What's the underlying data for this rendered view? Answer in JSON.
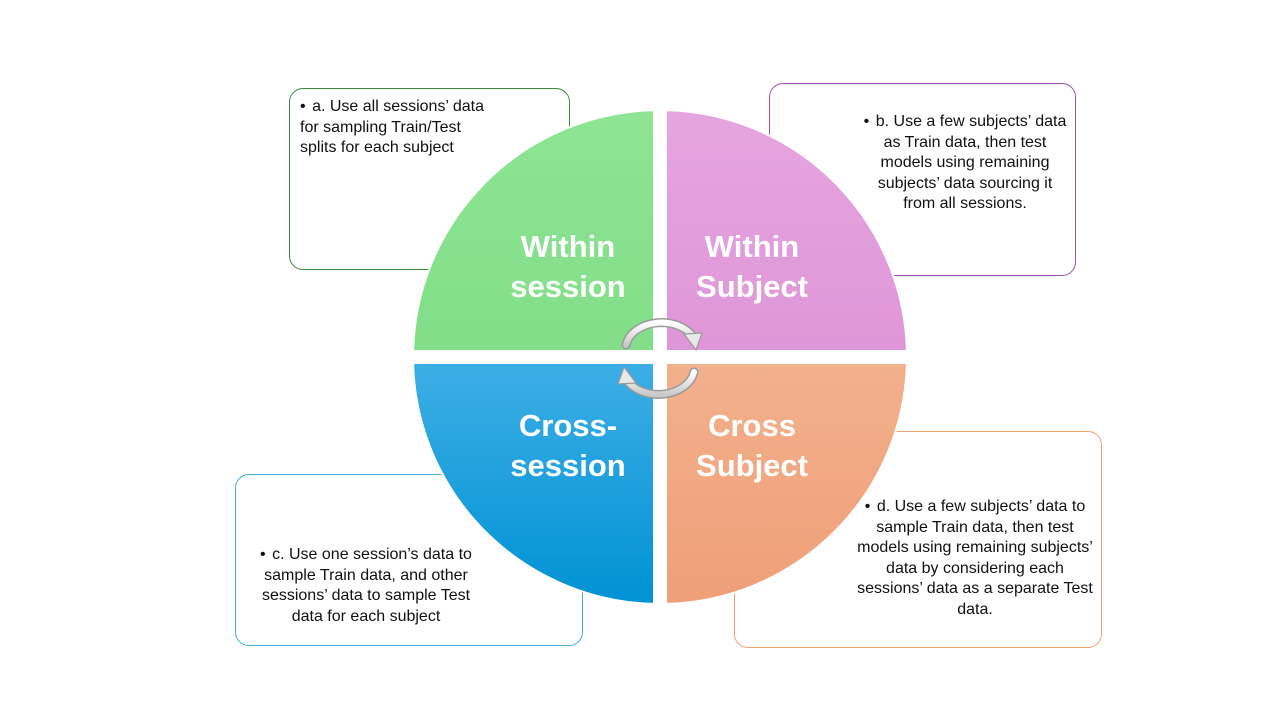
{
  "quadrants": {
    "top_left": {
      "line1": "Within",
      "line2": "session",
      "color": "#88e18d"
    },
    "top_right": {
      "line1": "Within",
      "line2": "Subject",
      "color": "#e39ddc"
    },
    "bottom_left": {
      "line1": "Cross-",
      "line2": "session",
      "color": "#1aa5e0"
    },
    "bottom_right": {
      "line1": "Cross",
      "line2": "Subject",
      "color": "#f2aa85"
    }
  },
  "notes": {
    "a": {
      "bullet": "•",
      "text": "a. Use all sessions’ data for sampling Train/Test splits for each subject"
    },
    "b": {
      "bullet": "•",
      "text": "b. Use a few subjects’ data as Train data, then test models using remaining subjects’ data sourcing it from all sessions."
    },
    "c": {
      "bullet": "•",
      "text": "c. Use one session’s data to sample Train data, and other sessions’ data to sample Test data for each subject"
    },
    "d": {
      "bullet": "•",
      "text": "d. Use a few subjects’ data to sample Train data, then test models using remaining subjects’ data by considering each sessions’ data as a separate Test data."
    }
  }
}
